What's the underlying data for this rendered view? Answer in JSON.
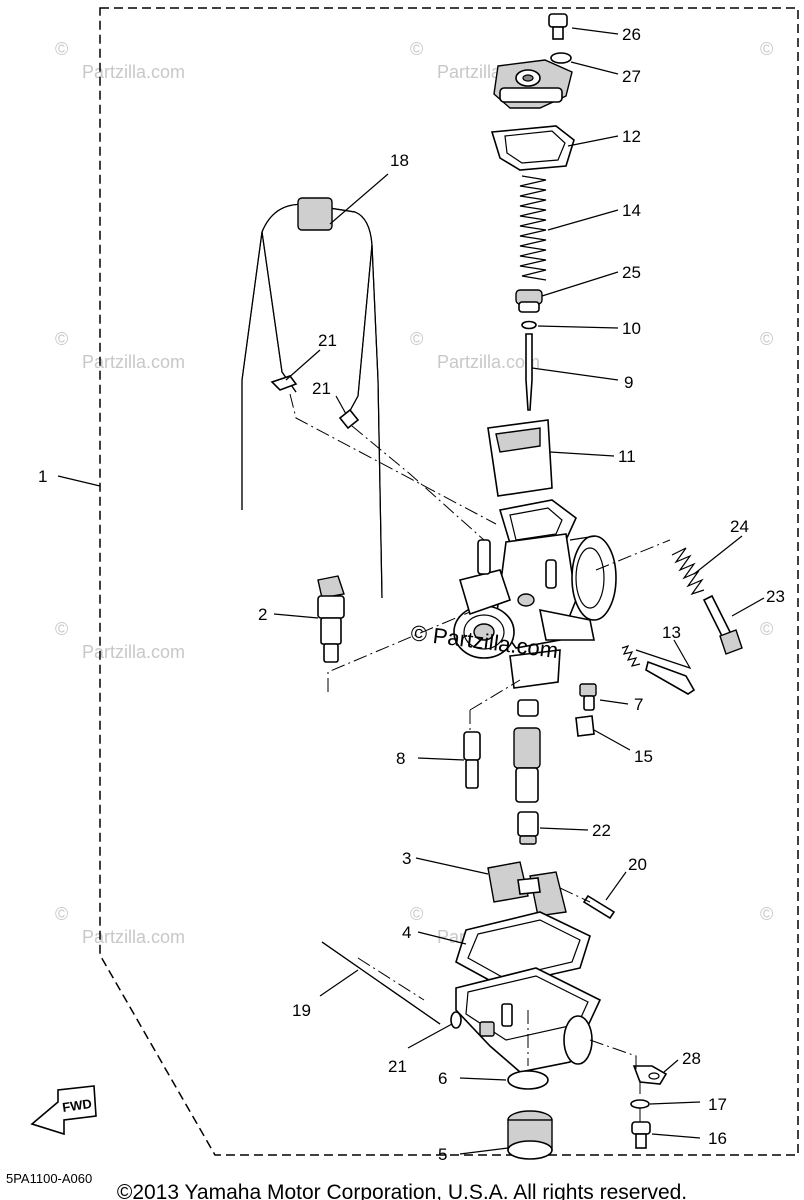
{
  "callouts": [
    "26",
    "27",
    "12",
    "14",
    "25",
    "10",
    "9",
    "11",
    "18",
    "21",
    "21",
    "1",
    "24",
    "23",
    "2",
    "13",
    "7",
    "8",
    "15",
    "22",
    "3",
    "20",
    "4",
    "19",
    "21",
    "28",
    "6",
    "17",
    "5",
    "16"
  ],
  "watermarks": {
    "symbol": "©",
    "site": "Partzilla.com",
    "center_text": "© Partzilla.com"
  },
  "fwd_label": "FWD",
  "diagram_code": "5PA1100-A060",
  "copyright": "©2013  Yamaha Motor Corporation, U.S.A. All rights reserved."
}
